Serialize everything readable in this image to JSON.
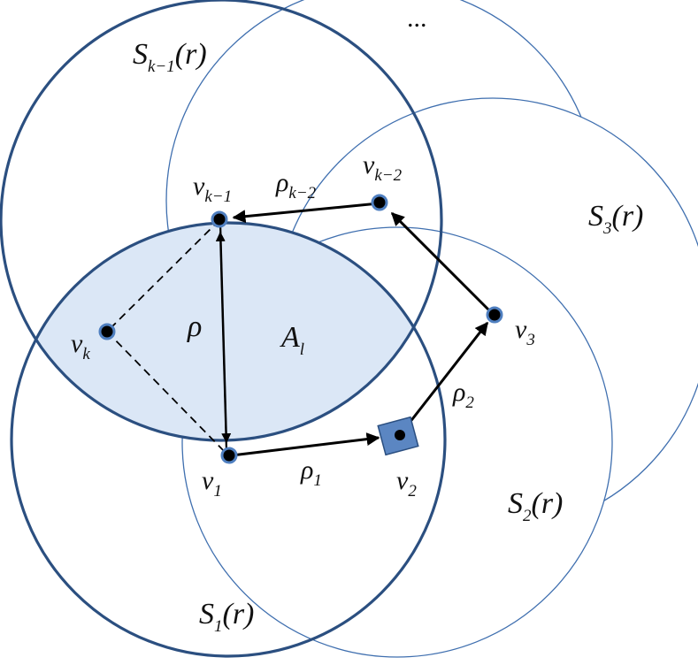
{
  "labels": {
    "ellipsis": "...",
    "s_k_minus_1": {
      "main": "S",
      "sub": "k−1",
      "arg": "(r)"
    },
    "s_1": {
      "main": "S",
      "sub": "1",
      "arg": "(r)"
    },
    "s_2": {
      "main": "S",
      "sub": "2",
      "arg": "(r)"
    },
    "s_3": {
      "main": "S",
      "sub": "3",
      "arg": "(r)"
    },
    "v_k_minus_1": {
      "main": "v",
      "sub": "k−1"
    },
    "v_k_minus_2": {
      "main": "v",
      "sub": "k−2"
    },
    "v_k": {
      "main": "v",
      "sub": "k"
    },
    "v_1": {
      "main": "v",
      "sub": "1"
    },
    "v_2": {
      "main": "v",
      "sub": "2"
    },
    "v_3": {
      "main": "v",
      "sub": "3"
    },
    "rho": "ρ",
    "rho_1": {
      "main": "ρ",
      "sub": "1"
    },
    "rho_2": {
      "main": "ρ",
      "sub": "2"
    },
    "rho_k_minus_2": {
      "main": "ρ",
      "sub": "k−2"
    },
    "a_l": {
      "main": "A",
      "sub": "l"
    }
  },
  "colors": {
    "thick_outline": "#2b4f80",
    "thin_outline": "#3f6faf",
    "lens_fill": "#dbe7f6",
    "node_ring": "#4f7fc0",
    "square_fill": "#5b86c2"
  }
}
